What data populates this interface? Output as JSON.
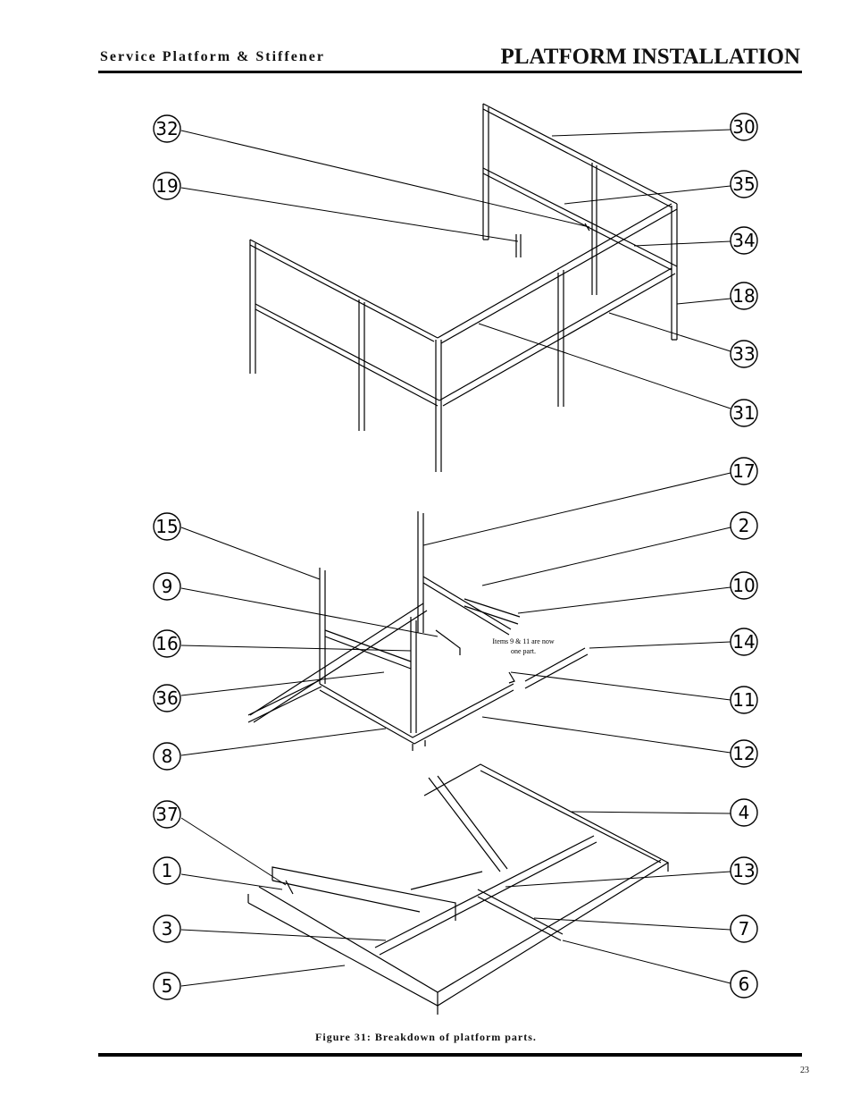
{
  "header": {
    "section": "Service Platform & Stiffener",
    "title": "PLATFORM INSTALLATION"
  },
  "figure": {
    "caption": "Figure 31: Breakdown of platform parts.",
    "note_line1": "Items 9 & 11 are now",
    "note_line2": "one part.",
    "callouts": {
      "left": [
        "32",
        "19",
        "15",
        "9",
        "16",
        "36",
        "8",
        "37",
        "1",
        "3",
        "5"
      ],
      "right": [
        "30",
        "35",
        "34",
        "18",
        "33",
        "31",
        "17",
        "2",
        "10",
        "14",
        "11",
        "12",
        "4",
        "13",
        "7",
        "6"
      ]
    }
  },
  "footer": {
    "page_number": "23"
  }
}
